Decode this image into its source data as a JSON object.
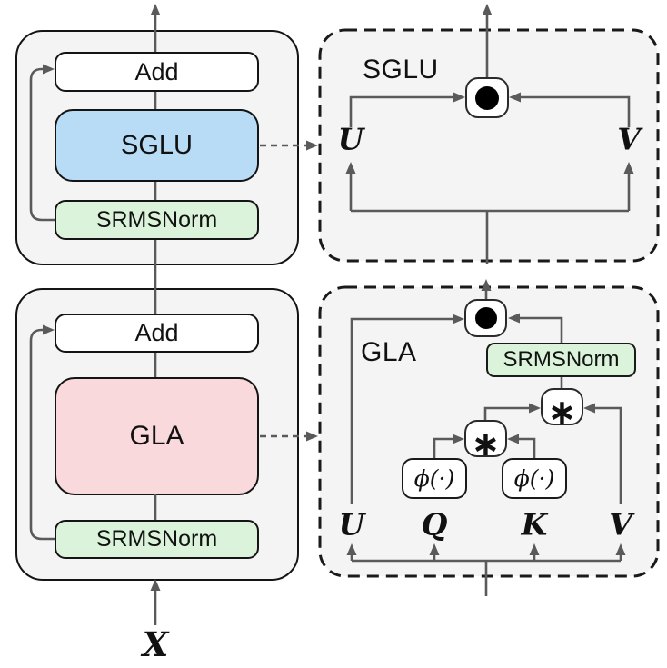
{
  "colors": {
    "block_fill": "#f4f4f4",
    "sglu_fill": "#b8dcf6",
    "gla_fill": "#f9d9db",
    "norm_fill": "#dcf3db",
    "wire": "#5a5a5a",
    "border": "#141414"
  },
  "encoder_block": {
    "add": "Add",
    "sglu": "SGLU",
    "norm": "SRMSNorm"
  },
  "attention_block": {
    "add": "Add",
    "gla": "GLA",
    "norm": "SRMSNorm"
  },
  "sglu_detail": {
    "title": "SGLU",
    "u": "U",
    "v": "V"
  },
  "gla_detail": {
    "title": "GLA",
    "norm": "SRMSNorm",
    "star": "∗",
    "phi": "ϕ(·)",
    "u": "U",
    "q": "Q",
    "k": "K",
    "v": "V"
  },
  "input_label": "X"
}
